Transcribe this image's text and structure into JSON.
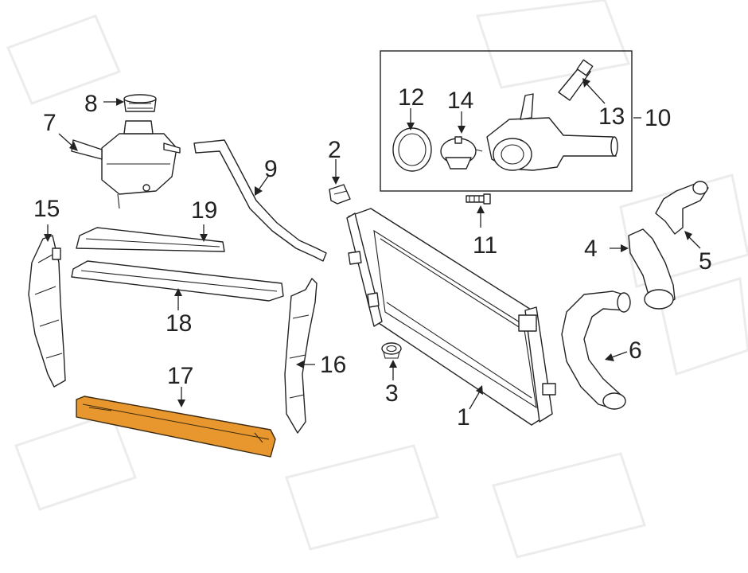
{
  "diagram": {
    "highlight_color": "#E8962E",
    "watermark_color": "#ECECEC",
    "highlighted_part": "17",
    "callouts": {
      "c1": "1",
      "c2": "2",
      "c3": "3",
      "c4": "4",
      "c5": "5",
      "c6": "6",
      "c7": "7",
      "c8": "8",
      "c9": "9",
      "c10": "10",
      "c11": "11",
      "c12": "12",
      "c13": "13",
      "c14": "14",
      "c15": "15",
      "c16": "16",
      "c17": "17",
      "c18": "18",
      "c19": "19"
    }
  }
}
